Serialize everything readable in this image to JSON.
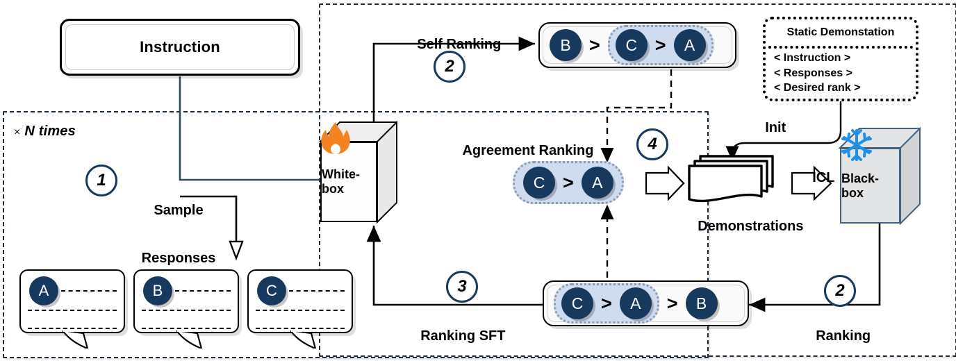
{
  "diagram": {
    "title": "Self-rewarding ranking distillation pipeline",
    "colors": {
      "node_navy": "#17395e",
      "highlight_blue": "#cfdcf0",
      "flame_orange": "#F58220",
      "snow_blue": "#1E90E8",
      "cube_gray": "#e3e4e6",
      "step_circle": "#17395e"
    }
  },
  "instruction": {
    "label": "Instruction"
  },
  "loop": {
    "repeat_prefix": "×",
    "repeat_label": "N times"
  },
  "steps": {
    "one": "1",
    "two_self": "2",
    "three": "3",
    "four": "4",
    "two_rank": "2"
  },
  "labels": {
    "sample_responses_line1": "Sample",
    "sample_responses_line2": "Responses",
    "self_ranking": "Self Ranking",
    "agreement_ranking": "Agreement Ranking",
    "ranking_sft": "Ranking SFT",
    "ranking": "Ranking",
    "init": "Init",
    "icl": "ICL",
    "demonstrations": "Demonstrations"
  },
  "models": {
    "white_box": "White-box",
    "black_box": "Black-box",
    "white_box_state_icon": "flame-icon",
    "black_box_state_icon": "snowflake-icon"
  },
  "responses": [
    {
      "id": "A",
      "label": "A"
    },
    {
      "id": "B",
      "label": "B"
    },
    {
      "id": "C",
      "label": "C"
    }
  ],
  "rankings": {
    "self_ranking": {
      "name": "Self Ranking",
      "order": [
        "B",
        "C",
        "A"
      ],
      "separator": ">",
      "highlighted": [
        "C",
        "A"
      ]
    },
    "agreement_ranking": {
      "name": "Agreement Ranking",
      "order": [
        "C",
        "A"
      ],
      "separator": ">",
      "highlighted": [
        "C",
        "A"
      ]
    },
    "blackbox_ranking": {
      "name": "Ranking",
      "order": [
        "C",
        "A",
        "B"
      ],
      "separator": ">",
      "highlighted": [
        "C",
        "A"
      ]
    }
  },
  "static_demonstration": {
    "title": "Static Demonstation",
    "lines": [
      "< Instruction >",
      "< Responses >",
      "< Desired rank >"
    ]
  }
}
